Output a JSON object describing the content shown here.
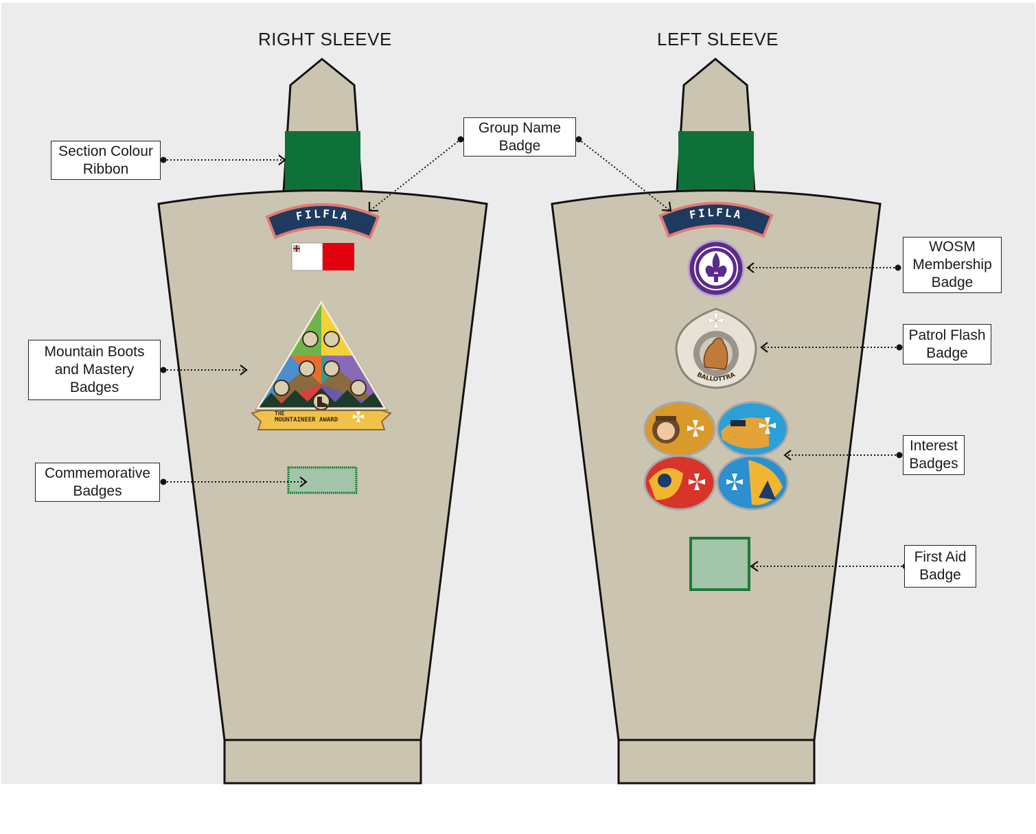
{
  "titles": {
    "right": "RIGHT SLEEVE",
    "left": "LEFT SLEEVE"
  },
  "group_name": "FILFLA",
  "patrol_name": "BALLOTTRA",
  "mountaineer_award": {
    "line1": "THE",
    "line2": "MOUNTAINEER AWARD"
  },
  "callouts": {
    "section_colour": [
      "Section Colour",
      "Ribbon"
    ],
    "group_name": [
      "Group Name",
      "Badge"
    ],
    "mountain": [
      "Mountain Boots",
      "and Mastery",
      "Badges"
    ],
    "commemorative": [
      "Commemorative",
      "Badges"
    ],
    "wosm": [
      "WOSM",
      "Membership",
      "Badge"
    ],
    "patrol": [
      "Patrol Flash",
      "Badge"
    ],
    "interest": [
      "Interest",
      "Badges"
    ],
    "first_aid": [
      "First Aid",
      "Badge"
    ]
  },
  "colors": {
    "background": "#ececec",
    "sleeve": "#cbc4b1",
    "section_ribbon": "#0e7238",
    "group_badge_navy": "#1f3a5f",
    "group_badge_border": "#e07a74",
    "malta_red": "#e3000f",
    "wosm_purple": "#5b2c8a",
    "placeholder_fill": "#a3c5a9",
    "placeholder_border": "#1c7a3c"
  },
  "icons": [
    "arrow-icon",
    "malta-flag-icon",
    "fleur-de-lis-icon",
    "maltese-cross-icon",
    "boot-icon"
  ]
}
